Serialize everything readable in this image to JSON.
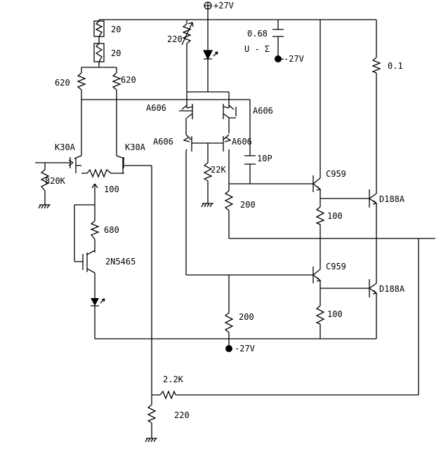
{
  "supply": {
    "positive": "+27V",
    "negative": "-27V"
  },
  "resistors": {
    "r_top_20_a": "20",
    "r_top_20_b": "20",
    "r_620_left": "620",
    "r_620_right": "620",
    "r_820k": "820K",
    "r_pot_100": "100",
    "r_680": "680",
    "r_220_trim": "220",
    "r_22k": "22K",
    "r_200_top": "200",
    "r_100_top": "100",
    "r_200_bottom": "200",
    "r_100_bottom": "100",
    "r_0_1": "0.1",
    "r_2_2k": "2.2K",
    "r_220_bottom": "220"
  },
  "capacitors": {
    "c_068": "0.68",
    "c_068_note": "U - Σ",
    "c_10p": "10P"
  },
  "transistors": {
    "jfet_left": "K30A",
    "jfet_right": "K30A",
    "jfet_source": "2N5465",
    "pnp_upper_left": "A606",
    "pnp_upper_right": "A606",
    "pnp_lower_left": "A606",
    "pnp_lower_right": "A606",
    "driver_top": "C959",
    "driver_bottom": "C959",
    "output_top": "D188A",
    "output_bottom": "D188A"
  }
}
